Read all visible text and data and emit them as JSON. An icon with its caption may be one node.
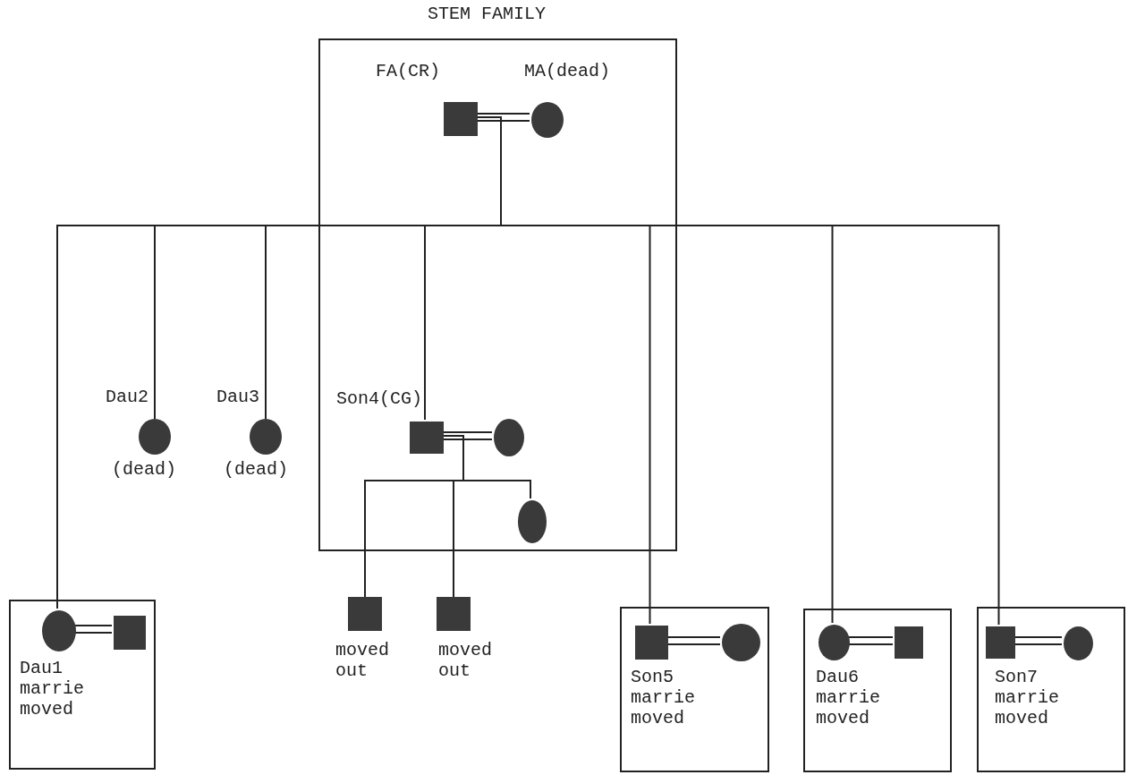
{
  "diagram": {
    "nodes": [
      {
        "text": [
          "STEM FAMILY"
        ]
      },
      {
        "text": [
          "FA(CR)"
        ],
        "in": 0
      },
      {
        "text": [
          "MA(dead)"
        ],
        "in": 0
      },
      {
        "text": [
          "Dau2",
          "(dead)"
        ]
      },
      {
        "text": [
          "Dau3",
          "(dead)"
        ]
      },
      {
        "text": [
          "Son4(CG)"
        ],
        "in": 0
      },
      {
        "text": [],
        "shape": "circle",
        "in": 0
      },
      {
        "text": [],
        "shape": "circle",
        "in": 0
      },
      {
        "text": [
          "Dau1 marrie moved"
        ]
      },
      {
        "text": [],
        "shape": "circle",
        "in": 8
      },
      {
        "text": [],
        "shape": "box",
        "in": 8
      },
      {
        "text": [
          "moved out"
        ]
      },
      {
        "text": [
          "moved out"
        ]
      },
      {
        "text": [
          "Son5 marrie moved"
        ]
      },
      {
        "text": [],
        "shape": "box",
        "in": 13
      },
      {
        "text": [],
        "shape": "circle",
        "in": 13
      },
      {
        "text": [
          "Dau6 marrie moved"
        ]
      },
      {
        "text": [],
        "shape": "circle",
        "in": 16
      },
      {
        "text": [],
        "shape": "box",
        "in": 16
      },
      {
        "text": [
          "Son7 marrie moved"
        ]
      },
      {
        "text": [],
        "shape": "box",
        "in": 19
      },
      {
        "text": [],
        "shape": "circle",
        "in": 19
      }
    ],
    "edges": [
      {
        "from": 1,
        "to": 2,
        "arrow": "none"
      },
      {
        "from": 1,
        "to": 9,
        "arrow": "none"
      },
      {
        "from": 1,
        "to": 3,
        "arrow": "none"
      },
      {
        "from": 1,
        "to": 4,
        "arrow": "none"
      },
      {
        "from": 1,
        "to": 5,
        "arrow": "none"
      },
      {
        "from": 1,
        "to": 14,
        "arrow": "none"
      },
      {
        "from": 1,
        "to": 17,
        "arrow": "none"
      },
      {
        "from": 1,
        "to": 20,
        "arrow": "none"
      },
      {
        "from": 5,
        "to": 6,
        "arrow": "none"
      },
      {
        "from": 5,
        "to": 11,
        "arrow": "none"
      },
      {
        "from": 5,
        "to": 12,
        "arrow": "none"
      },
      {
        "from": 5,
        "to": 7,
        "arrow": "none"
      },
      {
        "from": 9,
        "to": 10,
        "arrow": "none"
      },
      {
        "from": 14,
        "to": 15,
        "arrow": "none"
      },
      {
        "from": 17,
        "to": 18,
        "arrow": "none"
      },
      {
        "from": 20,
        "to": 21,
        "arrow": "none"
      }
    ]
  }
}
